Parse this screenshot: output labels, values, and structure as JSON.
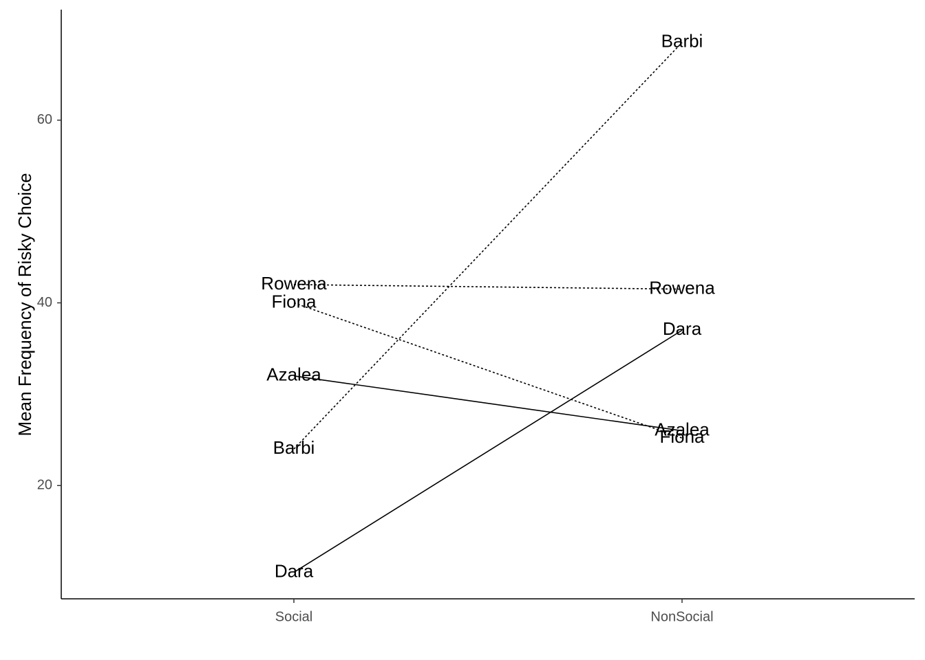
{
  "chart_data": {
    "type": "line",
    "ylabel": "Mean Frequency of Risky Choice",
    "xlabel": "",
    "categories": [
      "Social",
      "NonSocial"
    ],
    "yticks": [
      "20",
      "40",
      "60"
    ],
    "ytick_values": [
      20,
      40,
      60
    ],
    "ylim": [
      7.6,
      72.1
    ],
    "grid": false,
    "legend": "none",
    "series": [
      {
        "name": "Barbi",
        "values": [
          24.0,
          68.5
        ],
        "linetype": "dotted"
      },
      {
        "name": "Rowena",
        "values": [
          42.0,
          41.5
        ],
        "linetype": "dotted"
      },
      {
        "name": "Fiona",
        "values": [
          40.0,
          25.2
        ],
        "linetype": "dotted"
      },
      {
        "name": "Azalea",
        "values": [
          32.0,
          26.0
        ],
        "linetype": "solid"
      },
      {
        "name": "Dara",
        "values": [
          10.5,
          37.0
        ],
        "linetype": "solid"
      }
    ]
  }
}
